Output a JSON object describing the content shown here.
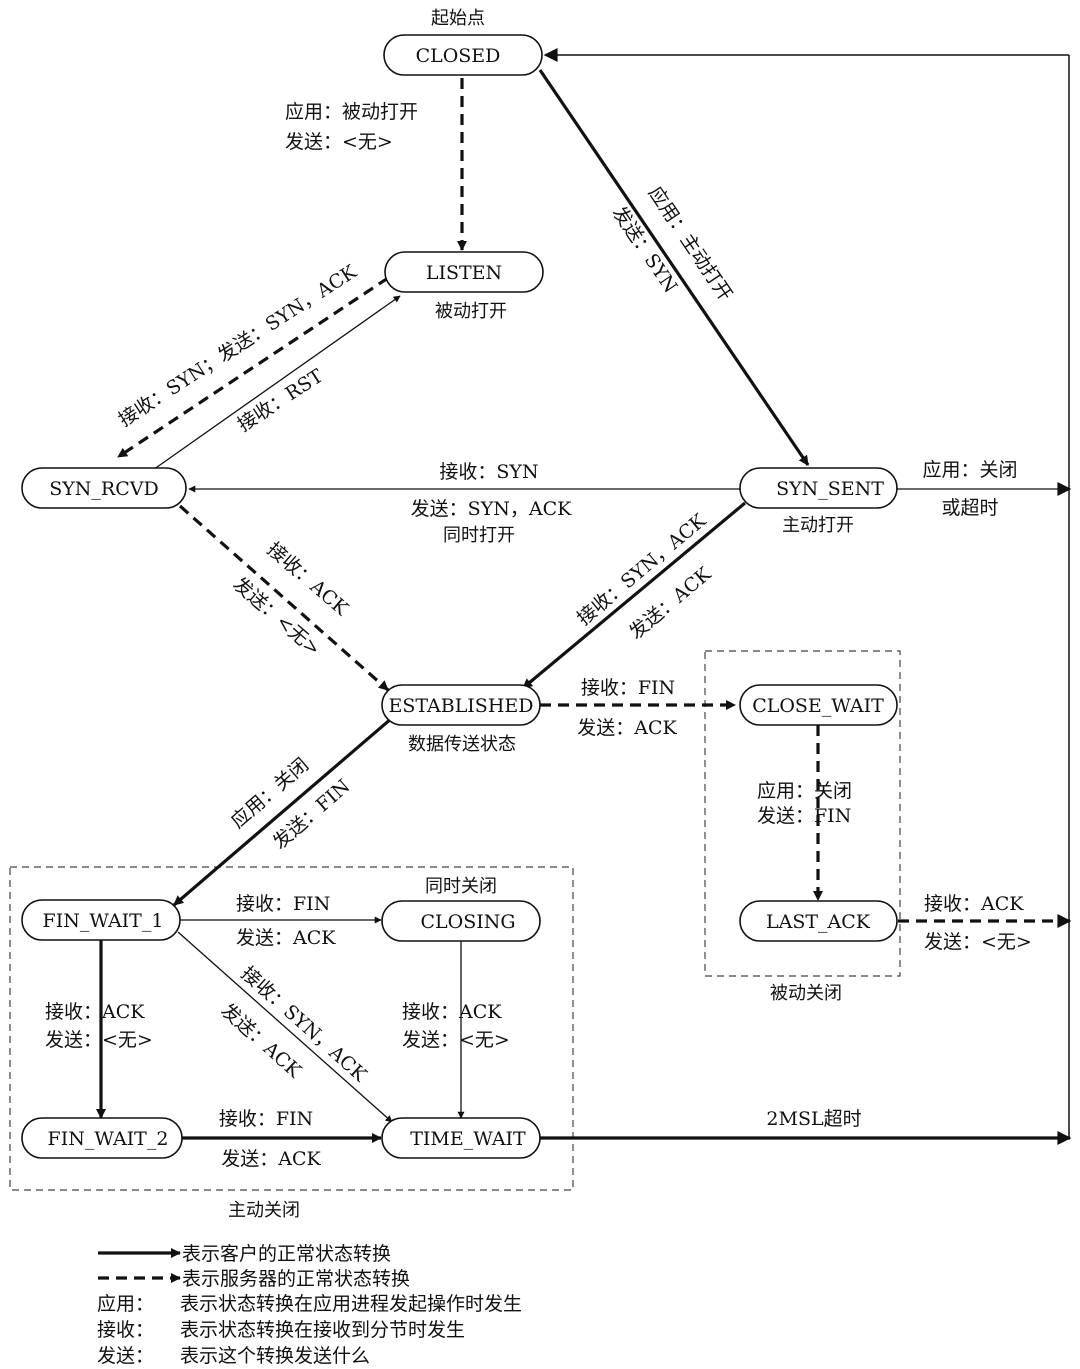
{
  "states": {
    "closed": "CLOSED",
    "listen": "LISTEN",
    "syn_rcvd": "SYN_RCVD",
    "syn_sent": "SYN_SENT",
    "established": "ESTABLISHED",
    "close_wait": "CLOSE_WAIT",
    "last_ack": "LAST_ACK",
    "fin_wait_1": "FIN_WAIT_1",
    "closing": "CLOSING",
    "fin_wait_2": "FIN_WAIT_2",
    "time_wait": "TIME_WAIT"
  },
  "captions": {
    "start_point": "起始点",
    "passive_open": "被动打开",
    "active_open": "主动打开",
    "simultaneous_open": "同时打开",
    "data_transfer": "数据传送状态",
    "simultaneous_close": "同时关闭",
    "passive_close": "被动关闭",
    "active_close": "主动关闭"
  },
  "transitions": {
    "closed_listen_1": "应用：被动打开",
    "closed_listen_2": "发送：<无>",
    "closed_synsent_1": "应用：主动打开",
    "closed_synsent_2": "发送：SYN",
    "listen_synrcvd": "接收：SYN；发送：SYN，ACK",
    "synrcvd_listen": "接收：RST",
    "synsent_synrcvd_1": "接收：SYN",
    "synsent_synrcvd_2": "发送：SYN，ACK",
    "synsent_timeout_1": "应用：关闭",
    "synsent_timeout_2": "或超时",
    "synrcvd_est_1": "接收：ACK",
    "synrcvd_est_2": "发送：<无>",
    "synsent_est_1": "接收：SYN，ACK",
    "synsent_est_2": "发送：ACK",
    "est_closewait_1": "接收：FIN",
    "est_closewait_2": "发送：ACK",
    "closewait_lastack_1": "应用：关闭",
    "closewait_lastack_2": "发送：FIN",
    "lastack_closed_1": "接收：ACK",
    "lastack_closed_2": "发送：<无>",
    "est_finwait1_1": "应用：关闭",
    "est_finwait1_2": "发送：FIN",
    "finwait1_closing_1": "接收：FIN",
    "finwait1_closing_2": "发送：ACK",
    "finwait1_timewait_1": "接收：SYN，ACK",
    "finwait1_timewait_2": "发送：ACK",
    "finwait1_finwait2_1": "接收：ACK",
    "finwait1_finwait2_2": "发送：<无>",
    "closing_timewait_1": "接收：ACK",
    "closing_timewait_2": "发送：<无>",
    "finwait2_timewait_1": "接收：FIN",
    "finwait2_timewait_2": "发送：ACK",
    "timewait_closed": "2MSL超时"
  },
  "legend": {
    "solid": "表示客户的正常状态转换",
    "dashed": "表示服务器的正常状态转换",
    "app_key": "应用：",
    "app_desc": "表示状态转换在应用进程发起操作时发生",
    "recv_key": "接收：",
    "recv_desc": "表示状态转换在接收到分节时发生",
    "send_key": "发送：",
    "send_desc": "表示这个转换发送什么"
  }
}
